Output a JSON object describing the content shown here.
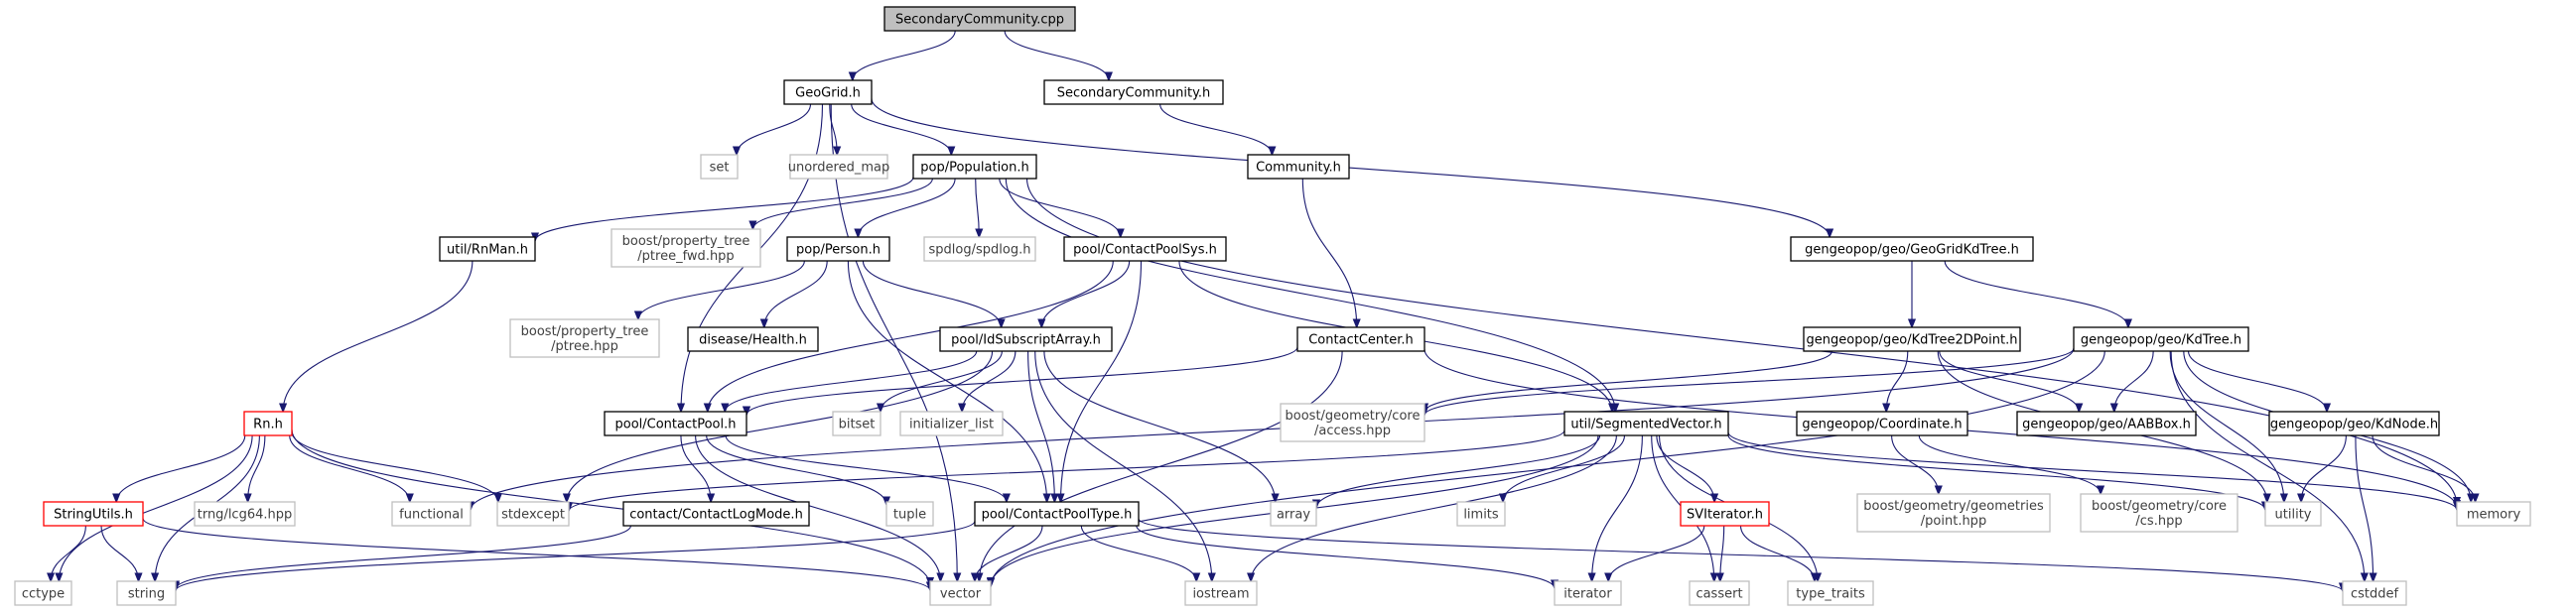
{
  "diagram": {
    "colors": {
      "edge": "#191970",
      "root_fill": "#bfbfbf",
      "node_stroke": "#000000",
      "external_stroke": "#bfbfbf",
      "truncated_stroke": "#ff0000"
    },
    "nodes": [
      {
        "id": "root",
        "label": [
          "SecondaryCommunity.cpp"
        ],
        "kind": "root"
      },
      {
        "id": "geogrid",
        "label": [
          "GeoGrid.h"
        ],
        "kind": "header"
      },
      {
        "id": "seccomm",
        "label": [
          "SecondaryCommunity.h"
        ],
        "kind": "header"
      },
      {
        "id": "community",
        "label": [
          "Community.h"
        ],
        "kind": "header"
      },
      {
        "id": "set",
        "label": [
          "set"
        ],
        "kind": "external"
      },
      {
        "id": "unordered_map",
        "label": [
          "unordered_map"
        ],
        "kind": "external"
      },
      {
        "id": "population",
        "label": [
          "pop/Population.h"
        ],
        "kind": "header"
      },
      {
        "id": "rnman",
        "label": [
          "util/RnMan.h"
        ],
        "kind": "header"
      },
      {
        "id": "ptree_fwd",
        "label": [
          "boost/property_tree",
          "/ptree_fwd.hpp"
        ],
        "kind": "external"
      },
      {
        "id": "person",
        "label": [
          "pop/Person.h"
        ],
        "kind": "header"
      },
      {
        "id": "spdlog",
        "label": [
          "spdlog/spdlog.h"
        ],
        "kind": "external"
      },
      {
        "id": "cpsys",
        "label": [
          "pool/ContactPoolSys.h"
        ],
        "kind": "header"
      },
      {
        "id": "geogridkd",
        "label": [
          "gengeopop/geo/GeoGridKdTree.h"
        ],
        "kind": "header"
      },
      {
        "id": "ptree",
        "label": [
          "boost/property_tree",
          "/ptree.hpp"
        ],
        "kind": "external"
      },
      {
        "id": "health",
        "label": [
          "disease/Health.h"
        ],
        "kind": "header"
      },
      {
        "id": "idsub",
        "label": [
          "pool/IdSubscriptArray.h"
        ],
        "kind": "header"
      },
      {
        "id": "contactcenter",
        "label": [
          "ContactCenter.h"
        ],
        "kind": "header"
      },
      {
        "id": "kd2d",
        "label": [
          "gengeopop/geo/KdTree2DPoint.h"
        ],
        "kind": "header"
      },
      {
        "id": "kdtree",
        "label": [
          "gengeopop/geo/KdTree.h"
        ],
        "kind": "header"
      },
      {
        "id": "rn",
        "label": [
          "Rn.h"
        ],
        "kind": "truncated"
      },
      {
        "id": "contactpool",
        "label": [
          "pool/ContactPool.h"
        ],
        "kind": "header"
      },
      {
        "id": "bitset",
        "label": [
          "bitset"
        ],
        "kind": "external"
      },
      {
        "id": "initlist",
        "label": [
          "initializer_list"
        ],
        "kind": "external"
      },
      {
        "id": "bgaccess",
        "label": [
          "boost/geometry/core",
          "/access.hpp"
        ],
        "kind": "external"
      },
      {
        "id": "segvec",
        "label": [
          "util/SegmentedVector.h"
        ],
        "kind": "header"
      },
      {
        "id": "aabb",
        "label": [
          "gengeopop/geo/AABBox.h"
        ],
        "kind": "header"
      },
      {
        "id": "kdnode",
        "label": [
          "gengeopop/geo/KdNode.h"
        ],
        "kind": "header"
      },
      {
        "id": "coordinate",
        "label": [
          "gengeopop/Coordinate.h"
        ],
        "kind": "header"
      },
      {
        "id": "stringutils",
        "label": [
          "StringUtils.h"
        ],
        "kind": "truncated"
      },
      {
        "id": "lcg64",
        "label": [
          "trng/lcg64.hpp"
        ],
        "kind": "external"
      },
      {
        "id": "functional",
        "label": [
          "functional"
        ],
        "kind": "external"
      },
      {
        "id": "stdexcept",
        "label": [
          "stdexcept"
        ],
        "kind": "external"
      },
      {
        "id": "contactlogmode",
        "label": [
          "contact/ContactLogMode.h"
        ],
        "kind": "header"
      },
      {
        "id": "tuple",
        "label": [
          "tuple"
        ],
        "kind": "external"
      },
      {
        "id": "cptype",
        "label": [
          "pool/ContactPoolType.h"
        ],
        "kind": "header"
      },
      {
        "id": "array",
        "label": [
          "array"
        ],
        "kind": "external"
      },
      {
        "id": "limits",
        "label": [
          "limits"
        ],
        "kind": "external"
      },
      {
        "id": "svit",
        "label": [
          "SVIterator.h"
        ],
        "kind": "truncated"
      },
      {
        "id": "bgpoint",
        "label": [
          "boost/geometry/geometries",
          "/point.hpp"
        ],
        "kind": "external"
      },
      {
        "id": "bgcs",
        "label": [
          "boost/geometry/core",
          "/cs.hpp"
        ],
        "kind": "external"
      },
      {
        "id": "utility",
        "label": [
          "utility"
        ],
        "kind": "external"
      },
      {
        "id": "memory",
        "label": [
          "memory"
        ],
        "kind": "external"
      },
      {
        "id": "cctype",
        "label": [
          "cctype"
        ],
        "kind": "external"
      },
      {
        "id": "string",
        "label": [
          "string"
        ],
        "kind": "external"
      },
      {
        "id": "vector",
        "label": [
          "vector"
        ],
        "kind": "external"
      },
      {
        "id": "iostream",
        "label": [
          "iostream"
        ],
        "kind": "external"
      },
      {
        "id": "iterator",
        "label": [
          "iterator"
        ],
        "kind": "external"
      },
      {
        "id": "cassert",
        "label": [
          "cassert"
        ],
        "kind": "external"
      },
      {
        "id": "type_traits",
        "label": [
          "type_traits"
        ],
        "kind": "external"
      },
      {
        "id": "cstddef",
        "label": [
          "cstddef"
        ],
        "kind": "external"
      }
    ],
    "edges": [
      [
        "root",
        "geogrid"
      ],
      [
        "root",
        "seccomm"
      ],
      [
        "seccomm",
        "community"
      ],
      [
        "community",
        "contactcenter"
      ],
      [
        "geogrid",
        "set"
      ],
      [
        "geogrid",
        "unordered_map"
      ],
      [
        "geogrid",
        "population"
      ],
      [
        "geogrid",
        "geogridkd"
      ],
      [
        "geogrid",
        "contactpool"
      ],
      [
        "geogrid",
        "vector"
      ],
      [
        "population",
        "rnman"
      ],
      [
        "population",
        "ptree_fwd"
      ],
      [
        "population",
        "person"
      ],
      [
        "population",
        "spdlog"
      ],
      [
        "population",
        "cpsys"
      ],
      [
        "population",
        "segvec"
      ],
      [
        "population",
        "memory"
      ],
      [
        "rnman",
        "rn"
      ],
      [
        "person",
        "ptree"
      ],
      [
        "person",
        "health"
      ],
      [
        "person",
        "idsub"
      ],
      [
        "person",
        "cptype"
      ],
      [
        "cpsys",
        "idsub"
      ],
      [
        "cpsys",
        "contactpool"
      ],
      [
        "cpsys",
        "cptype"
      ],
      [
        "cpsys",
        "segvec"
      ],
      [
        "geogridkd",
        "kd2d"
      ],
      [
        "geogridkd",
        "kdtree"
      ],
      [
        "idsub",
        "contactpool"
      ],
      [
        "idsub",
        "bitset"
      ],
      [
        "idsub",
        "initlist"
      ],
      [
        "idsub",
        "stdexcept"
      ],
      [
        "idsub",
        "cptype"
      ],
      [
        "idsub",
        "array"
      ],
      [
        "idsub",
        "iostream"
      ],
      [
        "contactcenter",
        "contactpool"
      ],
      [
        "contactcenter",
        "memory"
      ],
      [
        "contactcenter",
        "vector"
      ],
      [
        "kd2d",
        "bgaccess"
      ],
      [
        "kd2d",
        "aabb"
      ],
      [
        "kd2d",
        "coordinate"
      ],
      [
        "kd2d",
        "utility"
      ],
      [
        "kdtree",
        "bgaccess"
      ],
      [
        "kdtree",
        "aabb"
      ],
      [
        "kdtree",
        "kdnode"
      ],
      [
        "kdtree",
        "utility"
      ],
      [
        "kdtree",
        "memory"
      ],
      [
        "kdtree",
        "functional"
      ],
      [
        "kdtree",
        "vector"
      ],
      [
        "kdtree",
        "cstddef"
      ],
      [
        "contactpool",
        "contactlogmode"
      ],
      [
        "contactpool",
        "tuple"
      ],
      [
        "contactpool",
        "cptype"
      ],
      [
        "contactpool",
        "vector"
      ],
      [
        "segvec",
        "stdexcept"
      ],
      [
        "segvec",
        "array"
      ],
      [
        "segvec",
        "limits"
      ],
      [
        "segvec",
        "svit"
      ],
      [
        "segvec",
        "utility"
      ],
      [
        "segvec",
        "memory"
      ],
      [
        "segvec",
        "vector"
      ],
      [
        "segvec",
        "iostream"
      ],
      [
        "segvec",
        "iterator"
      ],
      [
        "segvec",
        "cassert"
      ],
      [
        "segvec",
        "type_traits"
      ],
      [
        "kdnode",
        "utility"
      ],
      [
        "kdnode",
        "memory"
      ],
      [
        "kdnode",
        "cstddef"
      ],
      [
        "coordinate",
        "bgpoint"
      ],
      [
        "coordinate",
        "bgcs"
      ],
      [
        "rn",
        "stringutils"
      ],
      [
        "rn",
        "lcg64"
      ],
      [
        "rn",
        "functional"
      ],
      [
        "rn",
        "stdexcept"
      ],
      [
        "rn",
        "cctype"
      ],
      [
        "rn",
        "string"
      ],
      [
        "rn",
        "vector"
      ],
      [
        "stringutils",
        "cctype"
      ],
      [
        "stringutils",
        "string"
      ],
      [
        "stringutils",
        "vector"
      ],
      [
        "contactlogmode",
        "string"
      ],
      [
        "cptype",
        "string"
      ],
      [
        "cptype",
        "vector"
      ],
      [
        "cptype",
        "iostream"
      ],
      [
        "cptype",
        "iterator"
      ],
      [
        "cptype",
        "cstddef"
      ],
      [
        "svit",
        "iterator"
      ],
      [
        "svit",
        "cassert"
      ],
      [
        "svit",
        "type_traits"
      ]
    ]
  }
}
